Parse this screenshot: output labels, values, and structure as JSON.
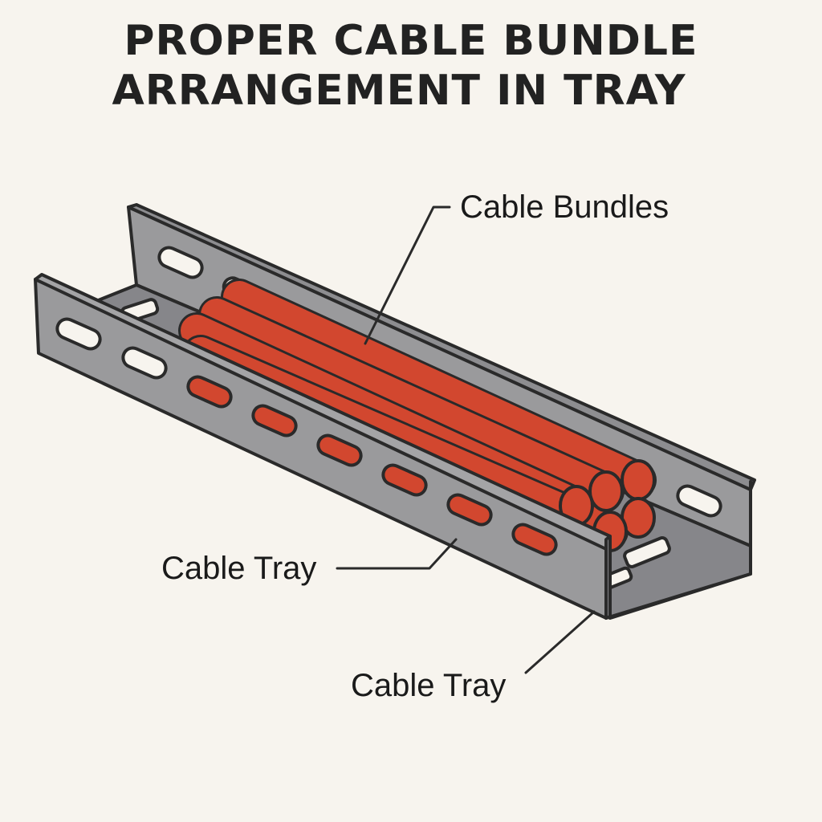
{
  "title": {
    "line1": "PROPER CABLE BUNDLE",
    "line2": "ARRANGEMENT IN TRAY"
  },
  "labels": {
    "cable_bundles": "Cable Bundles",
    "cable_tray_side": "Cable Tray",
    "cable_tray_end": "Cable Tray"
  },
  "colors": {
    "background": "#f7f4ee",
    "tray_metal": "#9a9a9c",
    "tray_metal_dark": "#86868a",
    "cable": "#d2472f",
    "outline": "#2a2a2a"
  }
}
